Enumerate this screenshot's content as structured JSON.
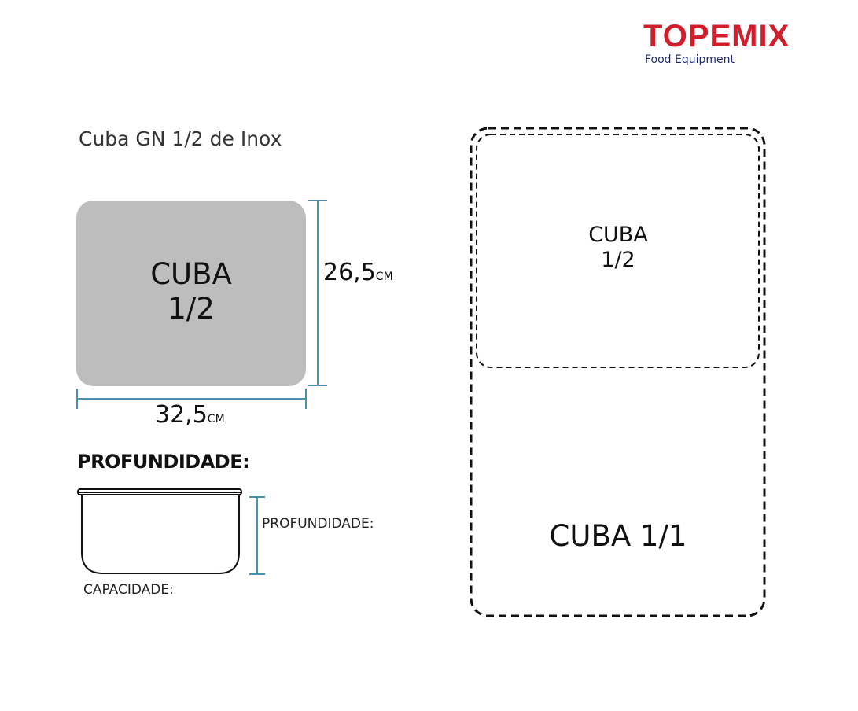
{
  "logo": {
    "name": "TOPEMIX",
    "tagline": "Food Equipment"
  },
  "title": "Cuba GN 1/2 de Inox",
  "small_pan": {
    "line1": "CUBA",
    "line2": "1/2"
  },
  "dimensions": {
    "height_value": "26,5",
    "height_unit": "CM",
    "width_value": "32,5",
    "width_unit": "CM"
  },
  "depth_section": {
    "heading": "PROFUNDIDADE:",
    "depth_label": "PROFUNDIDADE:",
    "capacity_label": "CAPACIDADE:"
  },
  "full_pan": {
    "half_line1": "CUBA",
    "half_line2": "1/2",
    "full_label": "CUBA 1/1"
  },
  "colors": {
    "brand_red": "#d11e2c",
    "brand_blue": "#1c2a6b",
    "dimension_line": "#4a90b0",
    "pan_fill": "#bdbdbd"
  }
}
